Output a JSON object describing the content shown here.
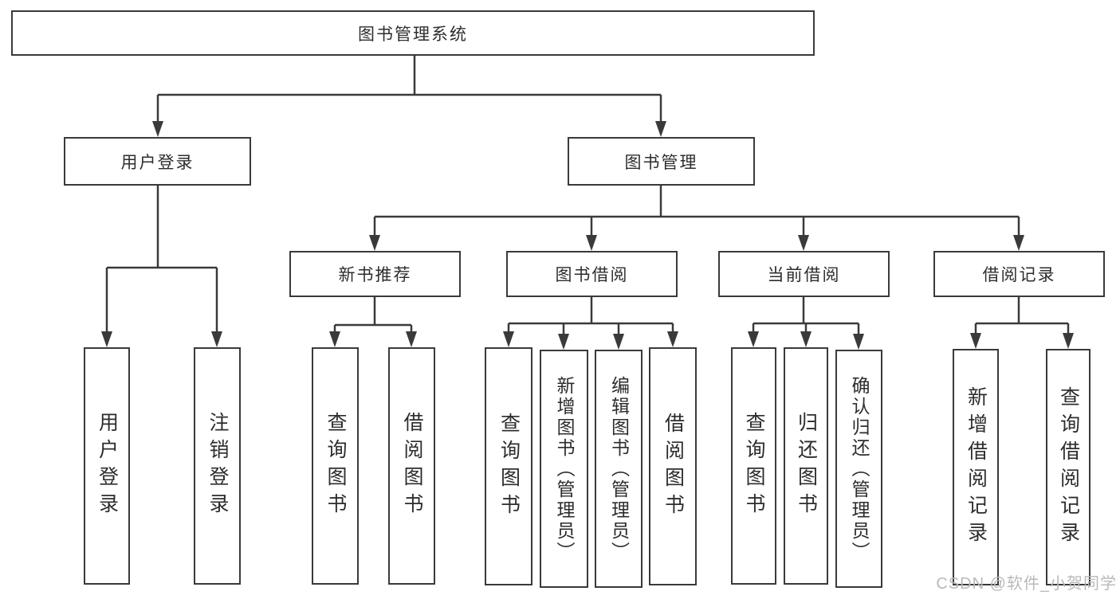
{
  "colors": {
    "background": "#ffffff",
    "line": "#3a3a3a",
    "text": "#2d2d2d",
    "watermark": "#b9b9b9"
  },
  "watermark": "CSDN @软件_小贺同学",
  "nodes": {
    "root": "图书管理系统",
    "user_login": "用户登录",
    "book_management": "图书管理",
    "login_children": [
      "用户登录",
      "注销登录"
    ],
    "modules": [
      "新书推荐",
      "图书借阅",
      "当前借阅",
      "借阅记录"
    ],
    "new_book_children": [
      "查询图书",
      "借阅图书"
    ],
    "borrow_children": [
      "查询图书",
      "新增图书（管理员）",
      "编辑图书（管理员）",
      "借阅图书"
    ],
    "current_children": [
      "查询图书",
      "归还图书",
      "确认归还（管理员）"
    ],
    "record_children": [
      "新增借阅记录",
      "查询借阅记录"
    ]
  }
}
